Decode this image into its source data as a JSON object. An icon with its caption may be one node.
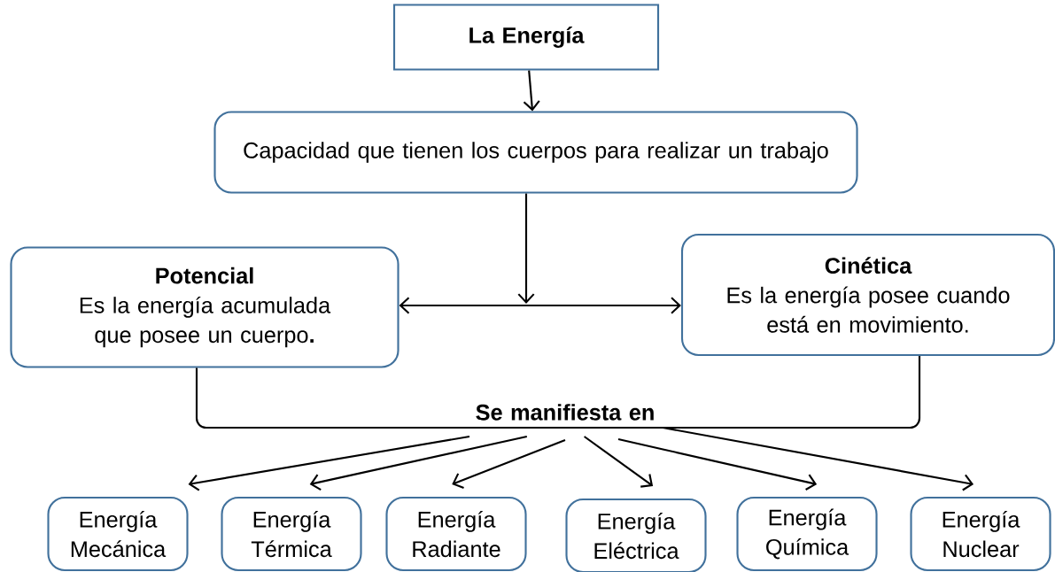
{
  "diagram": {
    "nodes": [
      {
        "text": [
          "La Energía"
        ]
      },
      {
        "text": [
          "Capacidad que tienen los cuerpos para realizar un trabajo"
        ]
      },
      {
        "text": [
          "Potencial",
          "Es la energía acumulada que posee un cuerpo**.**"
        ]
      },
      {
        "text": [
          "Cinética",
          "Es la energía posee cuando está en movimiento."
        ]
      },
      {
        "text": [
          "Se manifiesta en"
        ]
      },
      {
        "text": [
          "Energía Mecánica"
        ]
      },
      {
        "text": [
          "Energía Térmica"
        ]
      },
      {
        "text": [
          "Energía Radiante"
        ]
      },
      {
        "text": [
          "Energía Eléctrica"
        ]
      },
      {
        "text": [
          "Energía Química"
        ]
      },
      {
        "text": [
          "Energía Nuclear"
        ]
      }
    ],
    "edges": [
      {
        "from": 0,
        "to": 1,
        "arrow": "to"
      },
      {
        "from": 1,
        "to": 2,
        "arrow": "to"
      },
      {
        "from": 1,
        "to": 3,
        "arrow": "to"
      },
      {
        "from": 2,
        "to": 4,
        "arrow": "none"
      },
      {
        "from": 3,
        "to": 4,
        "arrow": "none"
      },
      {
        "from": 4,
        "to": 5,
        "arrow": "to"
      },
      {
        "from": 4,
        "to": 6,
        "arrow": "to"
      },
      {
        "from": 4,
        "to": 7,
        "arrow": "to"
      },
      {
        "from": 4,
        "to": 8,
        "arrow": "to"
      },
      {
        "from": 4,
        "to": 9,
        "arrow": "to"
      },
      {
        "from": 4,
        "to": 10,
        "arrow": "to"
      }
    ]
  }
}
